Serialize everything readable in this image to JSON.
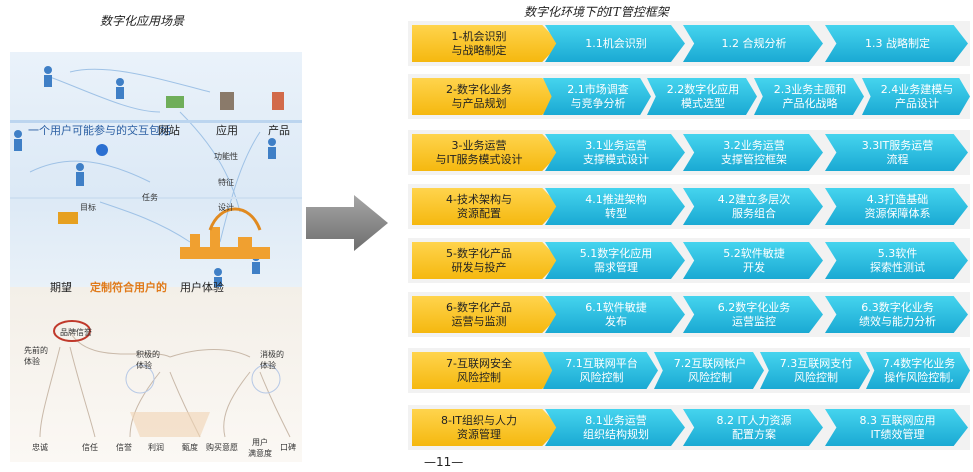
{
  "left": {
    "title": "数字化应用场景",
    "labels": {
      "interaction": "一个用户可能参与的交互包括",
      "website": "网站",
      "app": "应用",
      "product": "产品",
      "function": "功能性",
      "feature": "特征",
      "design": "设计",
      "goal": "目标",
      "task": "任务",
      "expectation": "期望",
      "customize": "定制符合用户的",
      "experience": "用户体验",
      "brand": "品牌信誉",
      "prior": "先前的\n体验",
      "positive": "积极的\n体验",
      "negative": "消极的\n体验",
      "loyal": "忠诚",
      "trust": "信任",
      "belief": "信誉",
      "profit": "利润",
      "reputation": "甄度",
      "purchase": "购买意愿",
      "satisfaction": "用户\n满意度",
      "wom": "口碑"
    }
  },
  "right": {
    "title": "数字化环境下的IT管控框架",
    "rows": [
      {
        "label": "1-机会识别\n与战略制定",
        "items": [
          "1.1机会识别",
          "1.2 合规分析",
          "1.3 战略制定"
        ]
      },
      {
        "label": "2-数字化业务\n与产品规划",
        "items": [
          "2.1市场调查\n与竞争分析",
          "2.2数字化应用\n模式选型",
          "2.3业务主题和\n产品化战略",
          "2.4业务建模与\n产品设计"
        ]
      },
      {
        "label": "3-业务运营\n与IT服务模式设计",
        "items": [
          "3.1业务运营\n支撑模式设计",
          "3.2业务运营\n支撑管控框架",
          "3.3IT服务运营\n流程"
        ]
      },
      {
        "label": "4-技术架构与\n资源配置",
        "items": [
          "4.1推进架构\n转型",
          "4.2建立多层次\n服务组合",
          "4.3打造基础\n资源保障体系"
        ]
      },
      {
        "label": "5-数字化产品\n研发与投产",
        "items": [
          "5.1数字化应用\n需求管理",
          "5.2软件敏捷\n开发",
          "5.3软件\n探索性测试"
        ]
      },
      {
        "label": "6-数字化产品\n运营与监测",
        "items": [
          "6.1软件敏捷\n发布",
          "6.2数字化业务\n运营监控",
          "6.3数字化业务\n绩效与能力分析"
        ]
      },
      {
        "label": "7-互联网安全\n风险控制",
        "items": [
          "7.1互联网平台\n风险控制",
          "7.2互联网帐户\n风险控制",
          "7.3互联网支付\n风险控制",
          "7.4数字化业务\n操作风险控制,"
        ]
      },
      {
        "label": "8-IT组织与人力\n资源管理",
        "items": [
          "8.1业务运营\n组织结构规划",
          "8.2 IT人力资源\n配置方案",
          "8.3 互联网应用\nIT绩效管理"
        ]
      }
    ],
    "page_number": "—11—"
  },
  "colors": {
    "label": "#f7be1a",
    "chevron": "#2bbfe0",
    "arrow": "#808080"
  }
}
